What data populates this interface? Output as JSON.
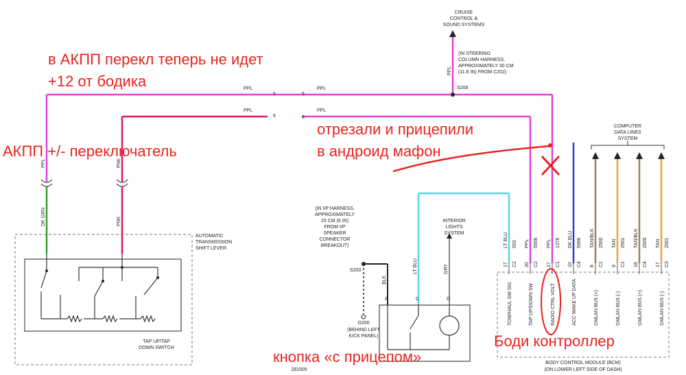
{
  "annotations": {
    "top_line1": "в АКПП перекл теперь не идет",
    "top_line2": "+12 от бодика",
    "left": "АКПП +/- переключатель",
    "cut_line1": "отрезали и прицепили",
    "cut_line2": "в андроид мафон",
    "button": "кнопка «с прицепом»",
    "bcm": "Боди контроллер"
  },
  "cruise": {
    "l1": "CRUISE",
    "l2": "CONTROL &",
    "l3": "SOUND SYSTEMS"
  },
  "steering_note": {
    "l1": "(IN STEERING",
    "l2": "COLUMN HARNESS,",
    "l3": "APPROXIMATELY 30 CM",
    "l4": "(11.8 IN) FROM C202)"
  },
  "splice_s208": "S208",
  "wire_ppl": "PPL",
  "wire_pnk": "PNK",
  "wire_dkgrn": "DK GRN",
  "pins": {
    "p5": "5",
    "p6": "6"
  },
  "shift_lever": {
    "l1": "AUTOMATIC",
    "l2": "TRANSMISSION",
    "l3": "SHIFT LEVER"
  },
  "tap_switch": {
    "l1": "TAP UP/TAP",
    "l2": "DOWN SWITCH"
  },
  "ip_note": {
    "l1": "(IN I/P HARNESS,",
    "l2": "APPROXIMATELY",
    "l3": "15 CM (6 IN)",
    "l4": "FROM I/P",
    "l5": "SPEAKER",
    "l6": "CONNECTOR",
    "l7": "BREAKOUT)"
  },
  "s200": "S200",
  "g200": {
    "l1": "G200",
    "l2": "(BEHIND LEFT",
    "l3": "KICK PANEL)"
  },
  "interior": {
    "l1": "INTERIOR",
    "l2": "LIGHTS",
    "l3": "SYSTEM"
  },
  "tow_wires": {
    "blk": "BLK",
    "ltblu": "LT BLU",
    "gry": "GRY"
  },
  "tow_pins": {
    "a": "A",
    "c": "C",
    "d": "D"
  },
  "computer": {
    "l1": "COMPUTER",
    "l2": "DATA LINES",
    "l3": "SYSTEM"
  },
  "bcm_columns": [
    {
      "color": "LT BLU",
      "circuit": "553",
      "pin": "C2",
      "cavity": "17",
      "func": "TOW/HAUL SW SIG"
    },
    {
      "color": "PPL",
      "circuit": "5506",
      "pin": "C2",
      "cavity": "20",
      "func": "TAP UP/DOWN SW"
    },
    {
      "color": "PPL",
      "circuit": "1376",
      "pin": "C1",
      "cavity": "17",
      "func": "RADIO CTRL VOLT"
    },
    {
      "color": "DK BLU",
      "circuit": "5986",
      "pin": "C4",
      "cavity": "10",
      "func": "ACC WAKE UP DATA"
    },
    {
      "color": "TAN/BLK",
      "circuit": "2500",
      "pin": "C1",
      "cavity": "8",
      "func": "GMLAN BUS (+)"
    },
    {
      "color": "TAN",
      "circuit": "2501",
      "pin": "C1",
      "cavity": "9",
      "func": "GMLAN BUS (-)"
    },
    {
      "color": "TAN/BLK",
      "circuit": "2500",
      "pin": "C4",
      "cavity": "16",
      "func": "GMLAN BUS (+)"
    },
    {
      "color": "TAN",
      "circuit": "2501",
      "pin": "C3",
      "cavity": "17",
      "func": "GMLAN BUS (-)"
    }
  ],
  "bcm_label": {
    "l1": "BODY CONTROL MODULE (BCM)",
    "l2": "(ON LOWER LEFT SIDE OF DASH)"
  },
  "figure_id": "281505",
  "colors": {
    "annotation": "#e8231d",
    "ppl_wire": "#e040d8",
    "pnk_wire": "#e0185a",
    "green_wire": "#2e9e2e",
    "cyan_wire": "#5fd4e8",
    "blue_wire": "#2a3fd0",
    "orange_wire": "#e8a040",
    "tan_wire": "#a08050"
  }
}
